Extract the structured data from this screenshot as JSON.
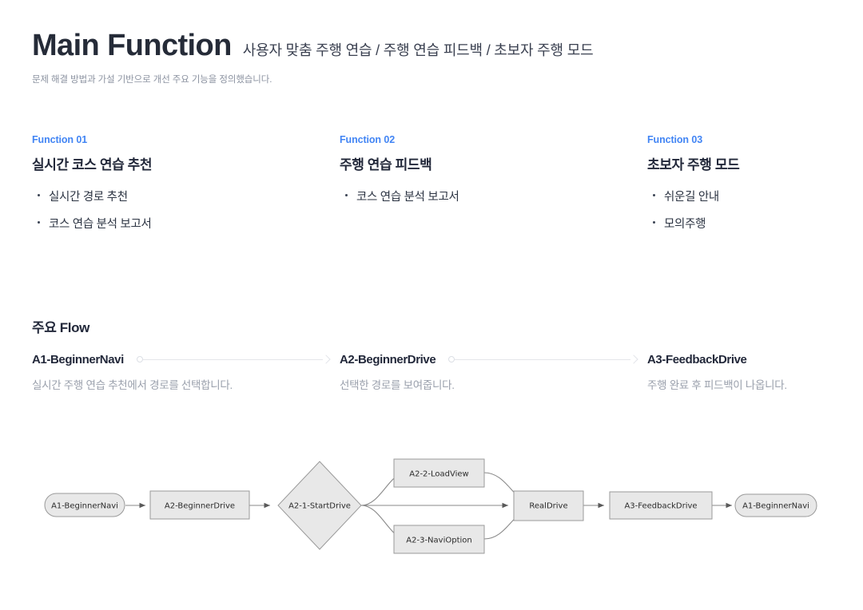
{
  "header": {
    "title": "Main Function",
    "subtitle": "사용자 맞춤 주행 연습 / 주행 연습 피드백 / 초보자 주행 모드",
    "lede": "문제 해결 방법과 가설 기반으로 개선 주요 기능을 정의했습니다."
  },
  "colors": {
    "accent": "#4285f4",
    "heading": "#22283a",
    "muted": "#9aa0ac",
    "node_fill": "#e8e8e8",
    "node_stroke": "#9a9a9a",
    "connector": "#e4e6ea"
  },
  "functions": [
    {
      "kicker": "Function 01",
      "title": "실시간 코스 연습 추천",
      "items": [
        "실시간 경로 추천",
        "코스 연습 분석 보고서"
      ]
    },
    {
      "kicker": "Function 02",
      "title": "주행 연습 피드백",
      "items": [
        "코스 연습 분석 보고서"
      ]
    },
    {
      "kicker": "Function 03",
      "title": "초보자 주행 모드",
      "items": [
        "쉬운길 안내",
        "모의주행"
      ]
    }
  ],
  "flow": {
    "heading": "주요 Flow",
    "steps": [
      {
        "name": "A1-BeginnerNavi",
        "desc": "실시간 주행 연습 추천에서 경로를 선택합니다."
      },
      {
        "name": "A2-BeginnerDrive",
        "desc": "선택한 경로를 보여줍니다."
      },
      {
        "name": "A3-FeedbackDrive",
        "desc": "주행 완료 후 피드백이 나옵니다."
      }
    ]
  },
  "diagram": {
    "nodes": {
      "start": "A1-BeginnerNavi",
      "beginner_drive": "A2-BeginnerDrive",
      "start_drive": "A2-1-StartDrive",
      "load_view": "A2-2-LoadView",
      "navi_option": "A2-3-NaviOption",
      "real_drive": "RealDrive",
      "feedback_drive": "A3-FeedbackDrive",
      "end": "A1-BeginnerNavi"
    }
  }
}
